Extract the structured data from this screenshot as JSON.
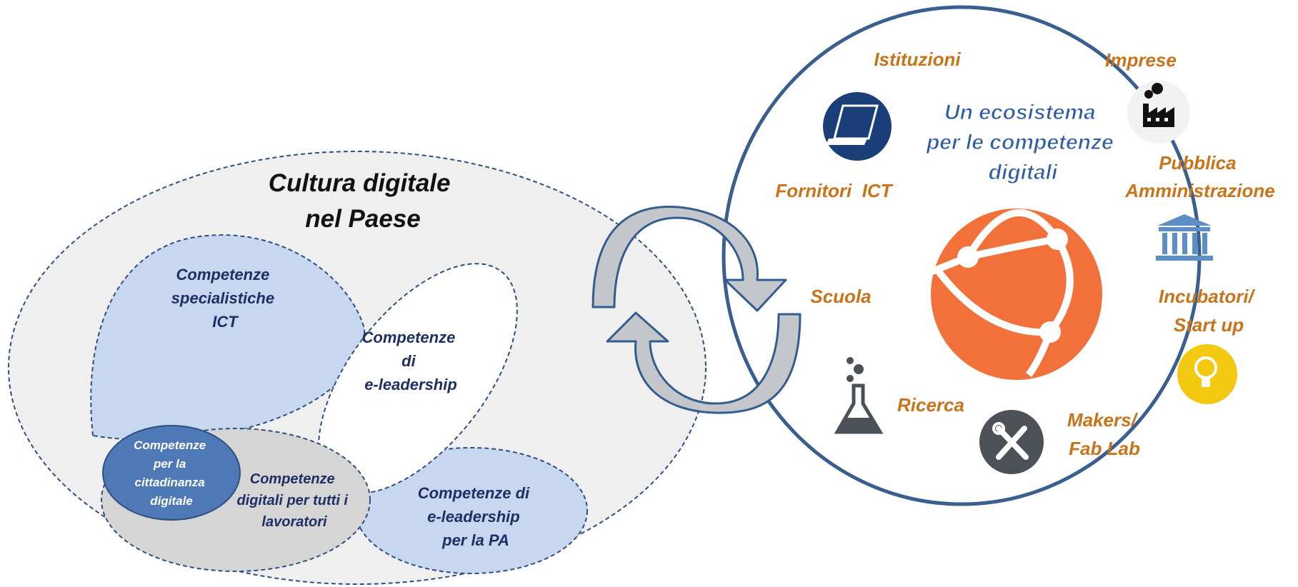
{
  "colors": {
    "outer_fill": "#efefef",
    "stroke_dashed": "#2f4f7f",
    "light_blue": "#c7d7ef",
    "mid_gray": "#d5d5d5",
    "dark_blue": "#4f79b6",
    "navy_text": "#1d2f63",
    "orange_text": "#c9731b",
    "globe": "#f2713a",
    "circle_border": "#3a5f8f",
    "arrow_fill": "#c3c6cb",
    "arrow_stroke": "#345d8f",
    "laptop_bg": "#1a3f78",
    "tools_bg": "#4b5157",
    "bulb_bg": "#f2c811",
    "pa_icon": "#5d8fc7"
  },
  "left": {
    "title_lines": [
      "Cultura digitale",
      "nel Paese"
    ],
    "specialistiche": [
      "Competenze",
      "specialistiche",
      "ICT"
    ],
    "e_leadership": [
      "Competenze",
      "di",
      "e-leadership"
    ],
    "cittadinanza": [
      "Competenze",
      "per la",
      "cittadinanza",
      "digitale"
    ],
    "lavoratori": [
      "Competenze",
      "digitali per tutti i",
      "lavoratori"
    ],
    "pa": [
      "Competenze di",
      "e-leadership",
      "per la PA"
    ]
  },
  "right": {
    "title_lines": [
      "Un ecosistema",
      "per le competenze",
      "digitali"
    ],
    "istituzioni": "Istituzioni",
    "imprese": "Imprese",
    "fornitori": "Fornitori  ICT",
    "pubblica": [
      "Pubblica",
      "Amministrazione"
    ],
    "scuola": "Scuola",
    "incubatori": [
      "Incubatori/",
      "Start up"
    ],
    "ricerca": "Ricerca",
    "makers": [
      "Makers/",
      "Fab Lab"
    ]
  },
  "icons": {
    "laptop": "laptop-icon",
    "factory": "factory-icon",
    "globe": "network-globe-icon",
    "government": "government-building-icon",
    "lab": "lab-flask-icon",
    "tools": "tools-icon",
    "bulb": "lightbulb-icon",
    "cycle": "cycle-arrows-icon"
  }
}
